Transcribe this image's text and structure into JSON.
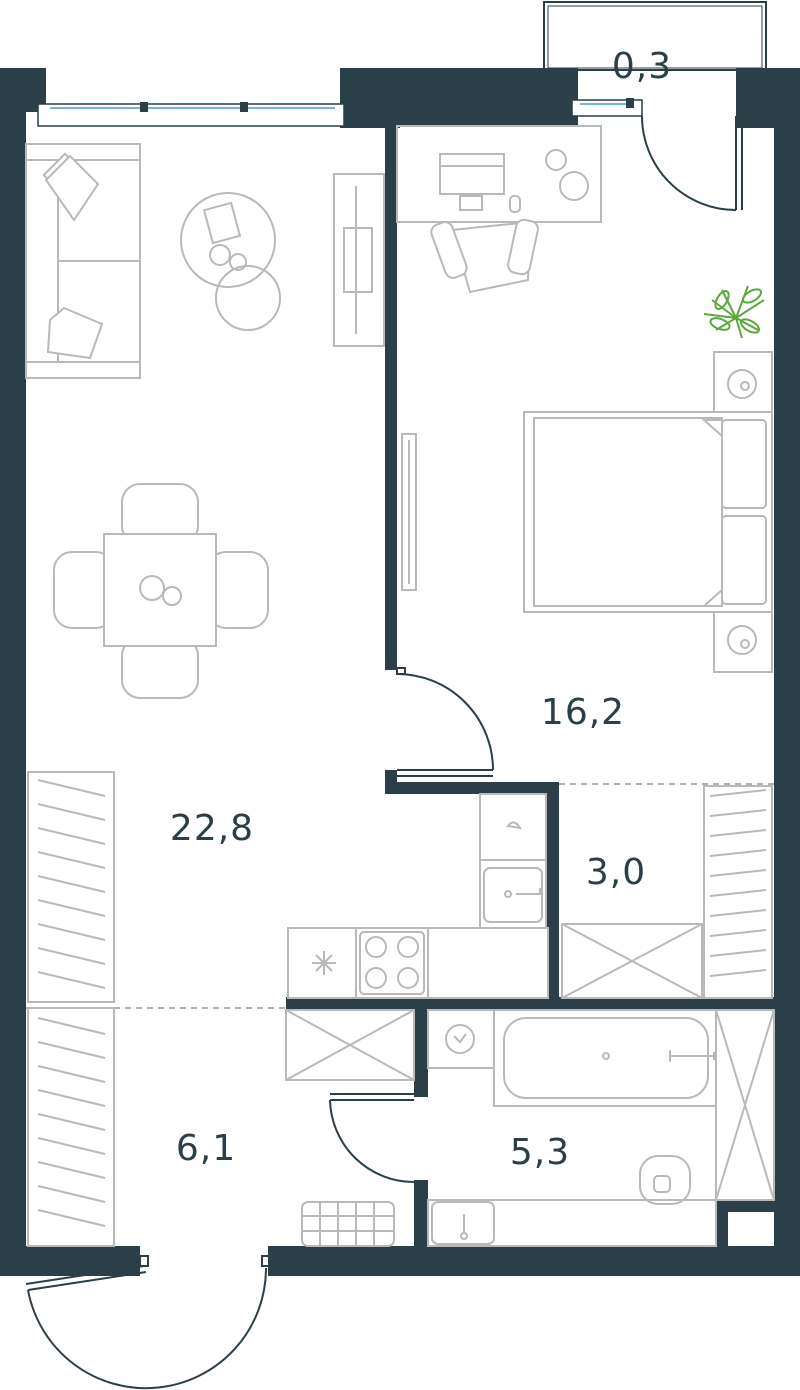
{
  "plan": {
    "rooms": [
      {
        "id": "living-kitchen",
        "area": "22,8"
      },
      {
        "id": "bedroom",
        "area": "16,2"
      },
      {
        "id": "wardrobe",
        "area": "3,0"
      },
      {
        "id": "hallway",
        "area": "6,1"
      },
      {
        "id": "bathroom",
        "area": "5,3"
      },
      {
        "id": "balcony",
        "area": "0,3"
      }
    ],
    "colors": {
      "wall": "#2a3f47",
      "furniture": "#b9b9b9",
      "window_glass": "#6fb6d8",
      "plant": "#5aa83c"
    }
  }
}
